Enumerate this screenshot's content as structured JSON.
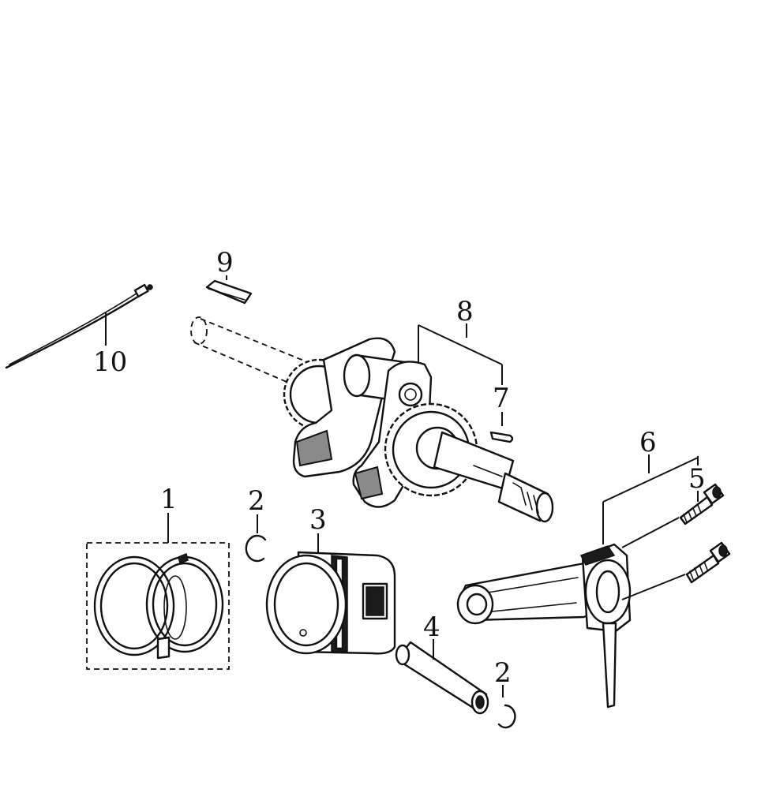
{
  "callouts": {
    "c1": "1",
    "c2a": "2",
    "c2b": "2",
    "c3": "3",
    "c4": "4",
    "c5": "5",
    "c6": "6",
    "c7": "7",
    "c8": "8",
    "c9": "9",
    "c10": "10"
  },
  "parts": [
    {
      "ref": "1",
      "icon": "piston-ring-set-icon"
    },
    {
      "ref": "2",
      "icon": "circlip-icon"
    },
    {
      "ref": "3",
      "icon": "piston-icon"
    },
    {
      "ref": "4",
      "icon": "piston-pin-icon"
    },
    {
      "ref": "5",
      "icon": "bolt-icon"
    },
    {
      "ref": "6",
      "icon": "connecting-rod-icon"
    },
    {
      "ref": "7",
      "icon": "woodruff-key-icon"
    },
    {
      "ref": "8",
      "icon": "crankshaft-icon"
    },
    {
      "ref": "9",
      "icon": "key-icon"
    },
    {
      "ref": "10",
      "icon": "wire-icon"
    }
  ]
}
